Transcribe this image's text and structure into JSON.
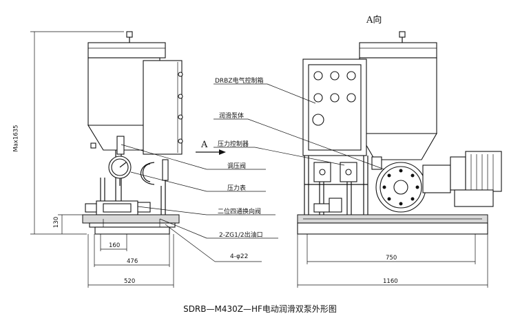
{
  "view_label": "A向",
  "section_marker": "A",
  "callouts": {
    "control_box": "DRBZ电气控制箱",
    "pump_body": "润滑泵体",
    "pressure_controller": "压力控制器",
    "pressure_valve": "调压阀",
    "pressure_gauge": "压力表",
    "reversing_valve": "二位四通换向阀",
    "outlet": "2-ZG1/2出油口",
    "holes": "4-φ22"
  },
  "dimensions": {
    "height_max": "Max1635",
    "base_height": "130",
    "d160": "160",
    "d476": "476",
    "d520": "520",
    "d750": "750",
    "d1160": "1160"
  },
  "caption": "SDRB—M430Z—HF电动润滑双泵外形图"
}
